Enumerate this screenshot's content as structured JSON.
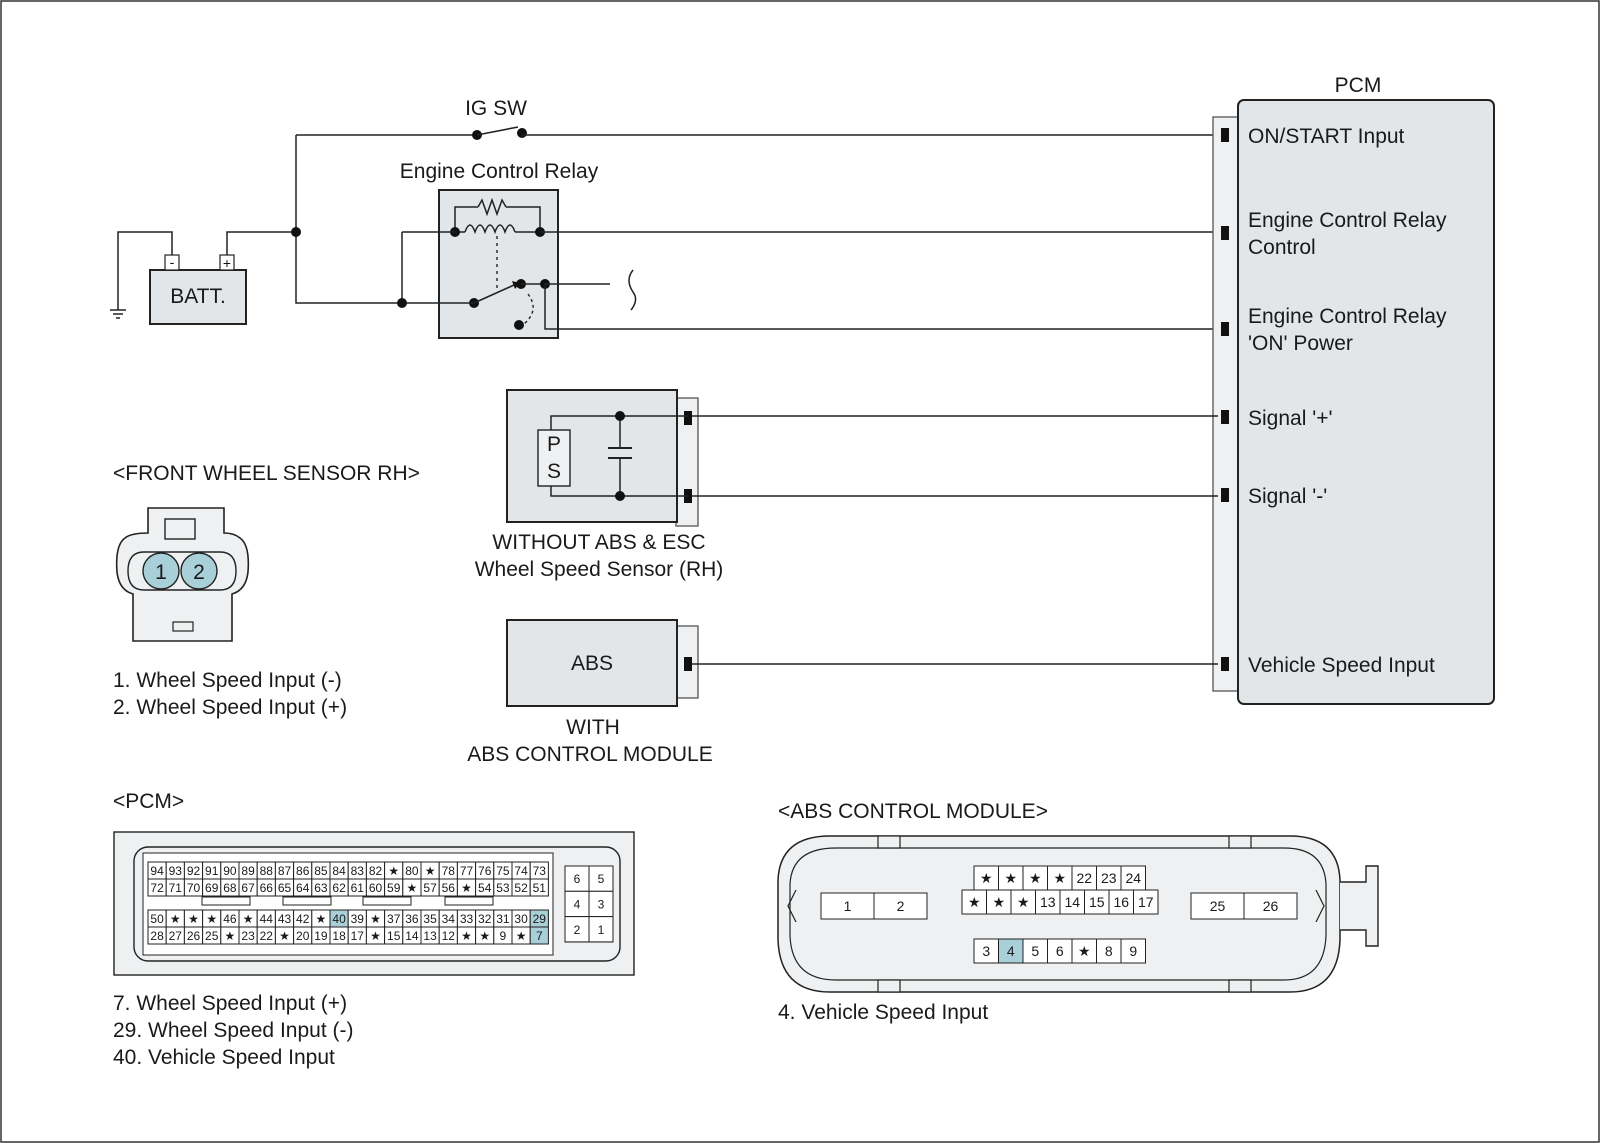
{
  "top": {
    "ig_sw": "IG SW",
    "engine_control_relay": "Engine Control Relay",
    "batt": "BATT.",
    "pcm": "PCM"
  },
  "pcm_inputs": [
    "ON/START Input",
    "Engine Control Relay",
    "Control",
    "Engine Control Relay",
    "'ON' Power",
    "Signal '+'",
    "Signal '-'",
    "Vehicle Speed Input"
  ],
  "sensor": {
    "p": "P",
    "s": "S",
    "caption1": "WITHOUT ABS & ESC",
    "caption2": "Wheel Speed Sensor (RH)"
  },
  "abs": {
    "label": "ABS",
    "caption1": "WITH",
    "caption2": "ABS CONTROL MODULE"
  },
  "front_wheel": {
    "title": "<FRONT WHEEL SENSOR RH>",
    "pin1": "1",
    "pin2": "2",
    "legend": [
      "1. Wheel Speed Input (-)",
      "2. Wheel Speed Input (+)"
    ]
  },
  "pcm_conn": {
    "title": "<PCM>",
    "row1": [
      "94",
      "93",
      "92",
      "91",
      "90",
      "89",
      "88",
      "87",
      "86",
      "85",
      "84",
      "83",
      "82",
      "★",
      "80",
      "★",
      "78",
      "77",
      "76",
      "75",
      "74",
      "73"
    ],
    "row2": [
      "72",
      "71",
      "70",
      "69",
      "68",
      "67",
      "66",
      "65",
      "64",
      "63",
      "62",
      "61",
      "60",
      "59",
      "★",
      "57",
      "56",
      "★",
      "54",
      "53",
      "52",
      "51"
    ],
    "row3": [
      "50",
      "★",
      "★",
      "★",
      "46",
      "★",
      "44",
      "43",
      "42",
      "★",
      "40",
      "39",
      "★",
      "37",
      "36",
      "35",
      "34",
      "33",
      "32",
      "31",
      "30",
      "29"
    ],
    "row4": [
      "28",
      "27",
      "26",
      "25",
      "★",
      "23",
      "22",
      "★",
      "20",
      "19",
      "18",
      "17",
      "★",
      "15",
      "14",
      "13",
      "12",
      "★",
      "★",
      "9",
      "★",
      "7"
    ],
    "side": [
      "6",
      "5",
      "4",
      "3",
      "2",
      "1"
    ],
    "legend": [
      "7. Wheel Speed Input (+)",
      "29. Wheel Speed Input (-)",
      "40. Vehicle Speed Input"
    ]
  },
  "abs_conn": {
    "title": "<ABS CONTROL MODULE>",
    "rowA": [
      "★",
      "★",
      "★",
      "★",
      "22",
      "23",
      "24"
    ],
    "rowB": [
      "★",
      "★",
      "★",
      "13",
      "14",
      "15",
      "16",
      "17"
    ],
    "rowC": [
      "3",
      "4",
      "5",
      "6",
      "★",
      "8",
      "9"
    ],
    "left": [
      "1",
      "2"
    ],
    "right": [
      "25",
      "26"
    ],
    "legend": [
      "4. Vehicle Speed Input"
    ]
  },
  "colors": {
    "highlight": "#a9cfd9",
    "panel": "#e2e6e8"
  }
}
